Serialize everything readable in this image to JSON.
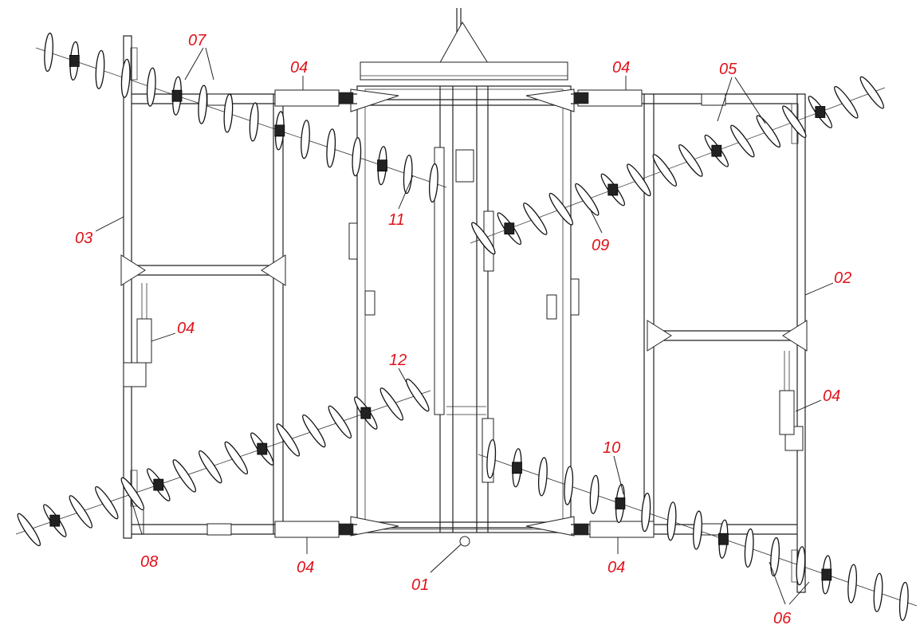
{
  "callouts": [
    {
      "id": "c07",
      "text": "07"
    },
    {
      "id": "c04a",
      "text": "04"
    },
    {
      "id": "c04b",
      "text": "04"
    },
    {
      "id": "c05",
      "text": "05"
    },
    {
      "id": "c03",
      "text": "03"
    },
    {
      "id": "c11",
      "text": "11"
    },
    {
      "id": "c09",
      "text": "09"
    },
    {
      "id": "c02",
      "text": "02"
    },
    {
      "id": "c04c",
      "text": "04"
    },
    {
      "id": "c12",
      "text": "12"
    },
    {
      "id": "c04d",
      "text": "04"
    },
    {
      "id": "c10",
      "text": "10"
    },
    {
      "id": "c08",
      "text": "08"
    },
    {
      "id": "c04e",
      "text": "04"
    },
    {
      "id": "c01",
      "text": "01"
    },
    {
      "id": "c04f",
      "text": "04"
    },
    {
      "id": "c06",
      "text": "06"
    }
  ],
  "colors": {
    "callout": "#e0121a",
    "line": "#222222"
  }
}
